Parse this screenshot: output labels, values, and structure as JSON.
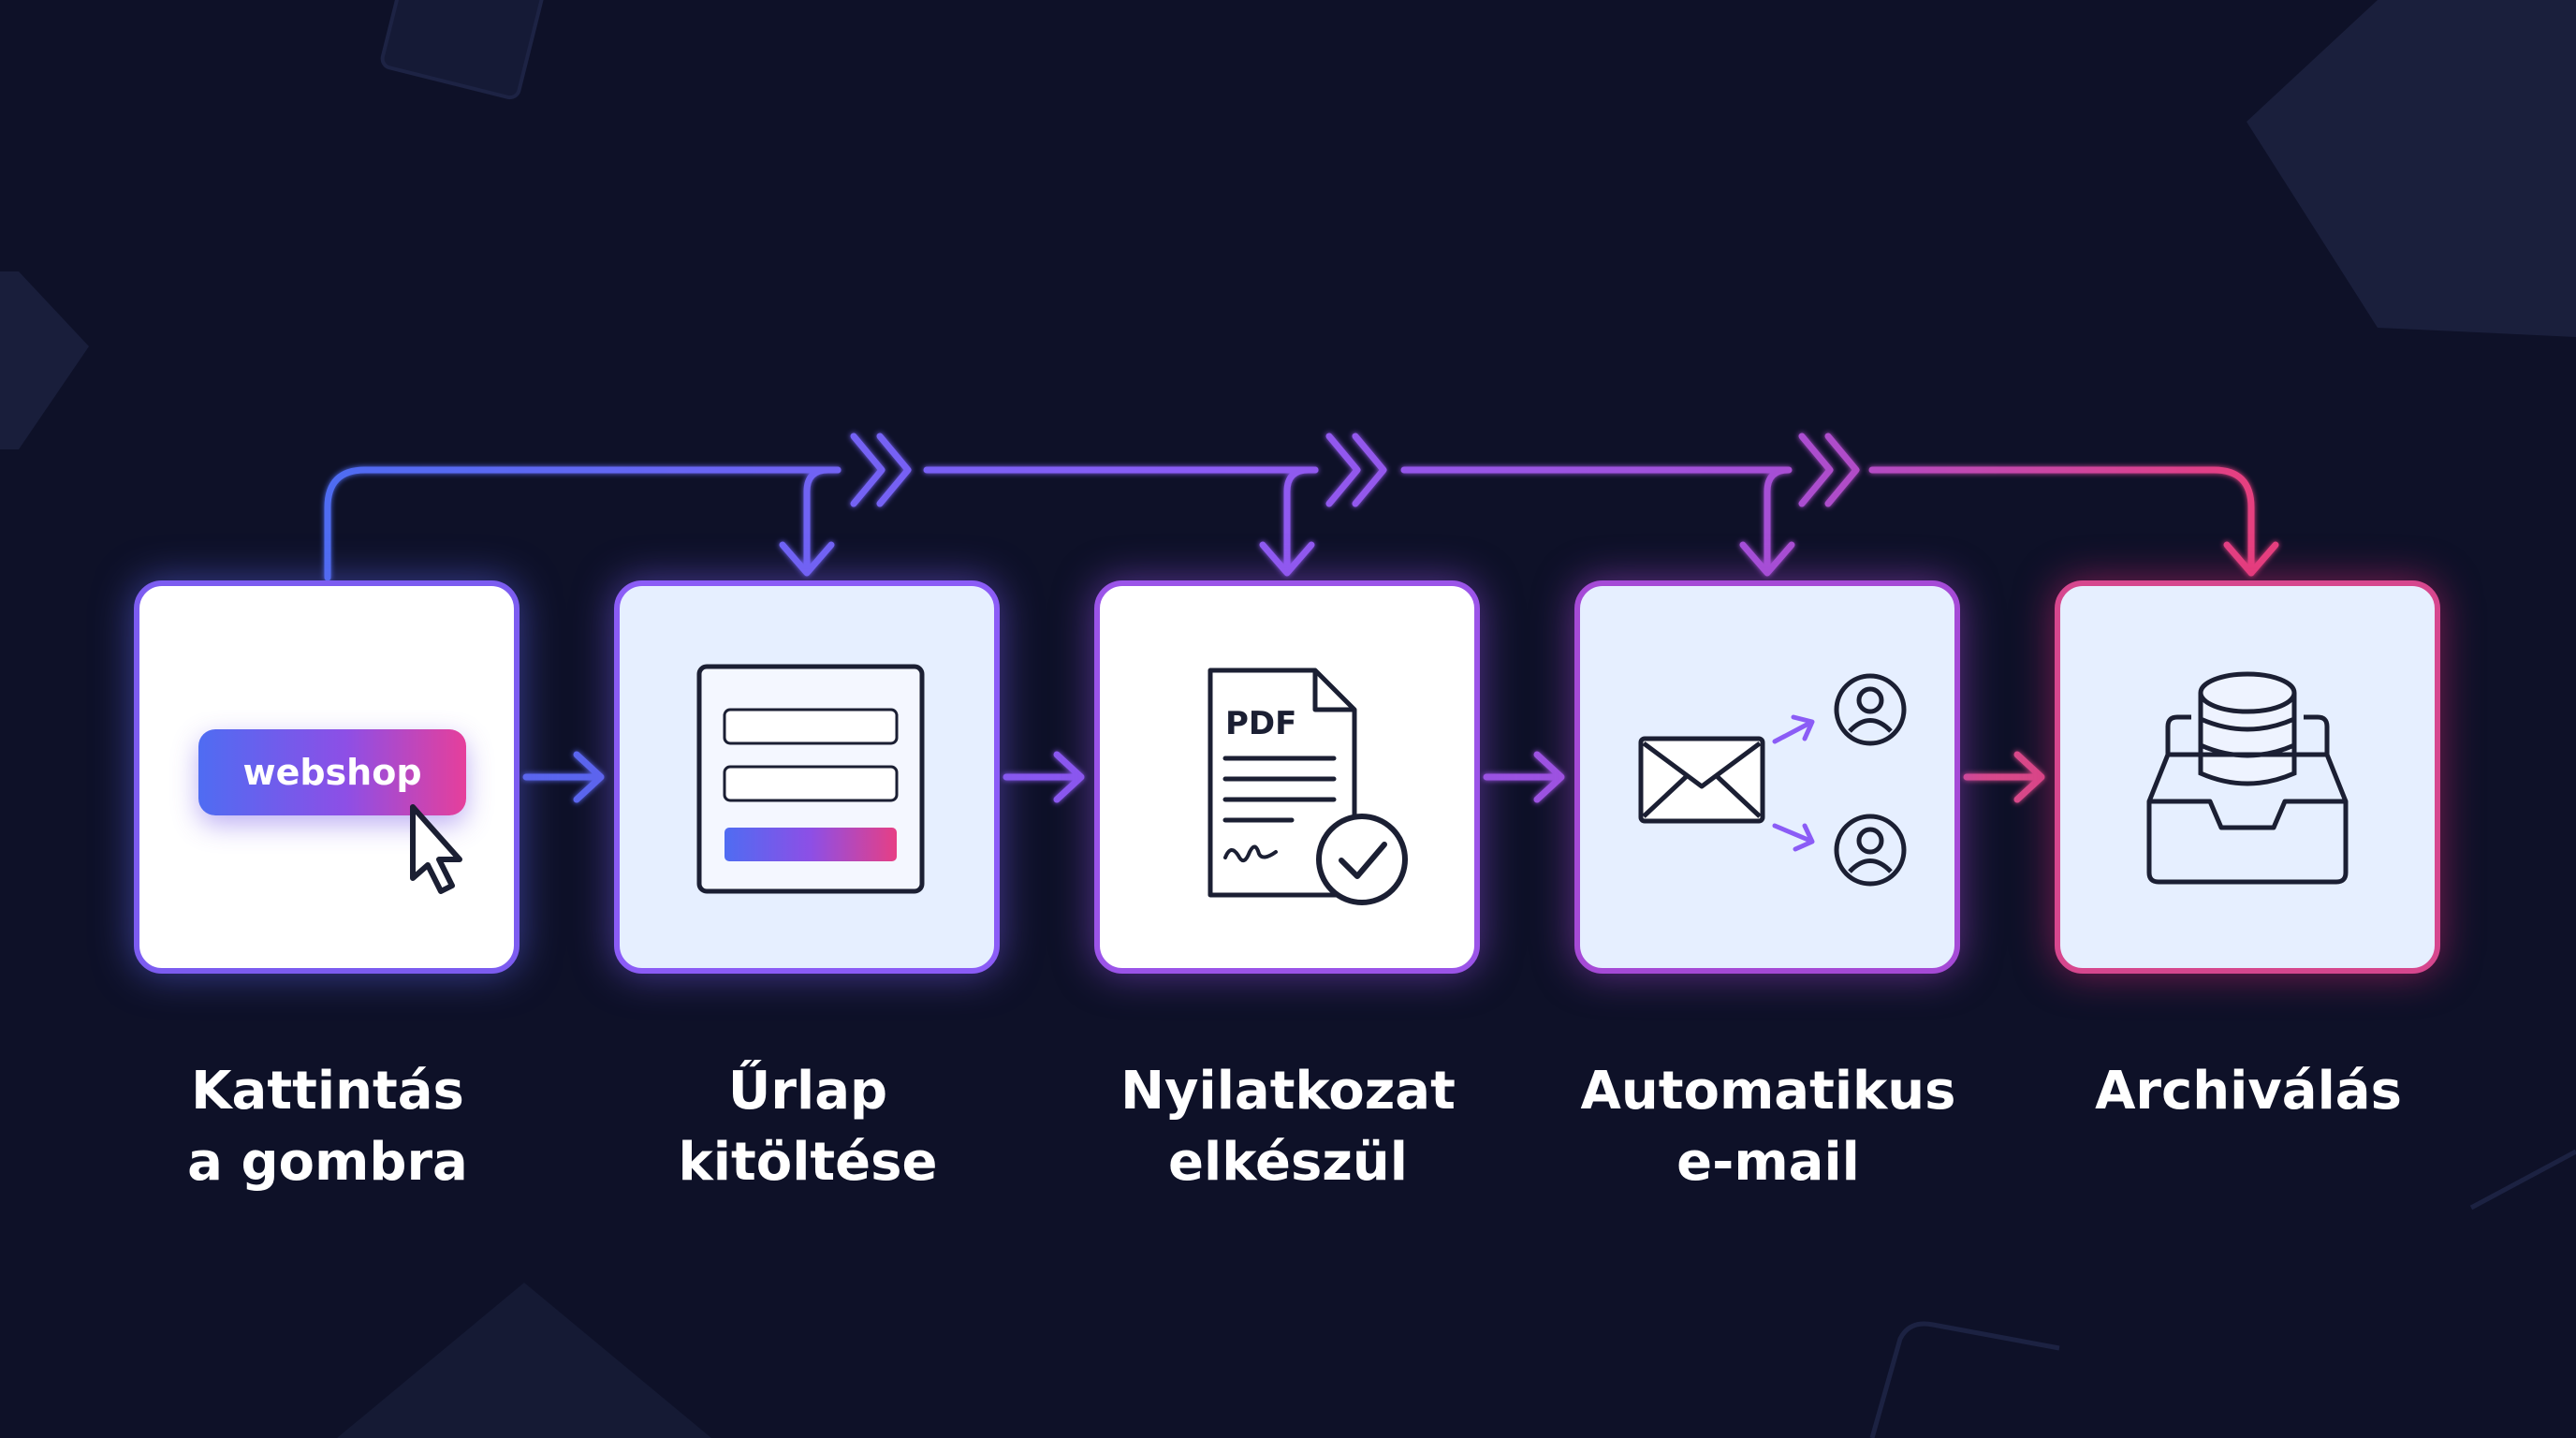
{
  "steps": [
    {
      "line1": "Kattintás",
      "line2": "a gombra",
      "icon": "webshop-button-cursor-icon"
    },
    {
      "line1": "Űrlap",
      "line2": "kitöltése",
      "icon": "form-icon"
    },
    {
      "line1": "Nyilatkozat",
      "line2": "elkészül",
      "icon": "pdf-document-check-icon"
    },
    {
      "line1": "Automatikus",
      "line2": "e-mail",
      "icon": "email-recipients-icon"
    },
    {
      "line1": "Archiválás",
      "line2": "",
      "icon": "archive-database-tray-icon"
    }
  ],
  "webshop_label": "webshop",
  "pdf_label": "PDF",
  "colors": {
    "background": "#0e1128",
    "gradient_start": "#4f6cf2",
    "gradient_mid": "#8b5cf6",
    "gradient_end": "#e63f9b",
    "icon_stroke": "#1b1f33"
  }
}
